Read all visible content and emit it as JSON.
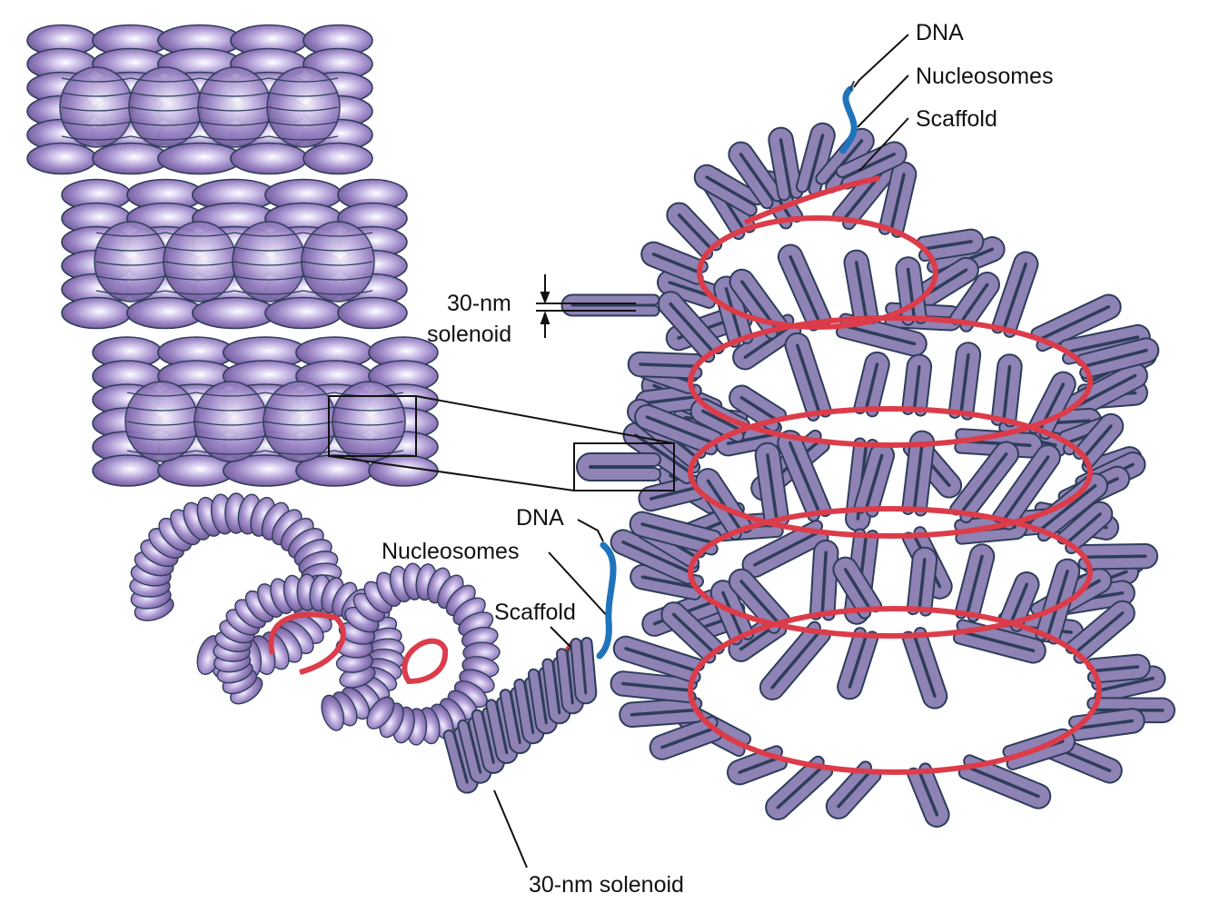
{
  "labels": {
    "top_dna": "DNA",
    "top_nucleosomes": "Nucleosomes",
    "top_scaffold": "Scaffold",
    "solenoid_line1": "30-nm",
    "solenoid_line2": "solenoid",
    "mid_dna": "DNA",
    "mid_nucleosomes": "Nucleosomes",
    "mid_scaffold": "Scaffold",
    "bottom_solenoid": "30-nm solenoid"
  },
  "colors": {
    "bead_fill": "#8f7ab8",
    "bead_highlight": "#ffffff",
    "bead_dark": "#5e4a8a",
    "outline": "#2d3d5a",
    "loop_fill": "#8f82b5",
    "scaffold": "#dc3c4a",
    "dna": "#1f74bb",
    "leader": "#111111"
  },
  "icons": {
    "chromatin_column": "stacked-nucleosome-discs",
    "looped_fiber": "scaffold-loop-coil"
  }
}
